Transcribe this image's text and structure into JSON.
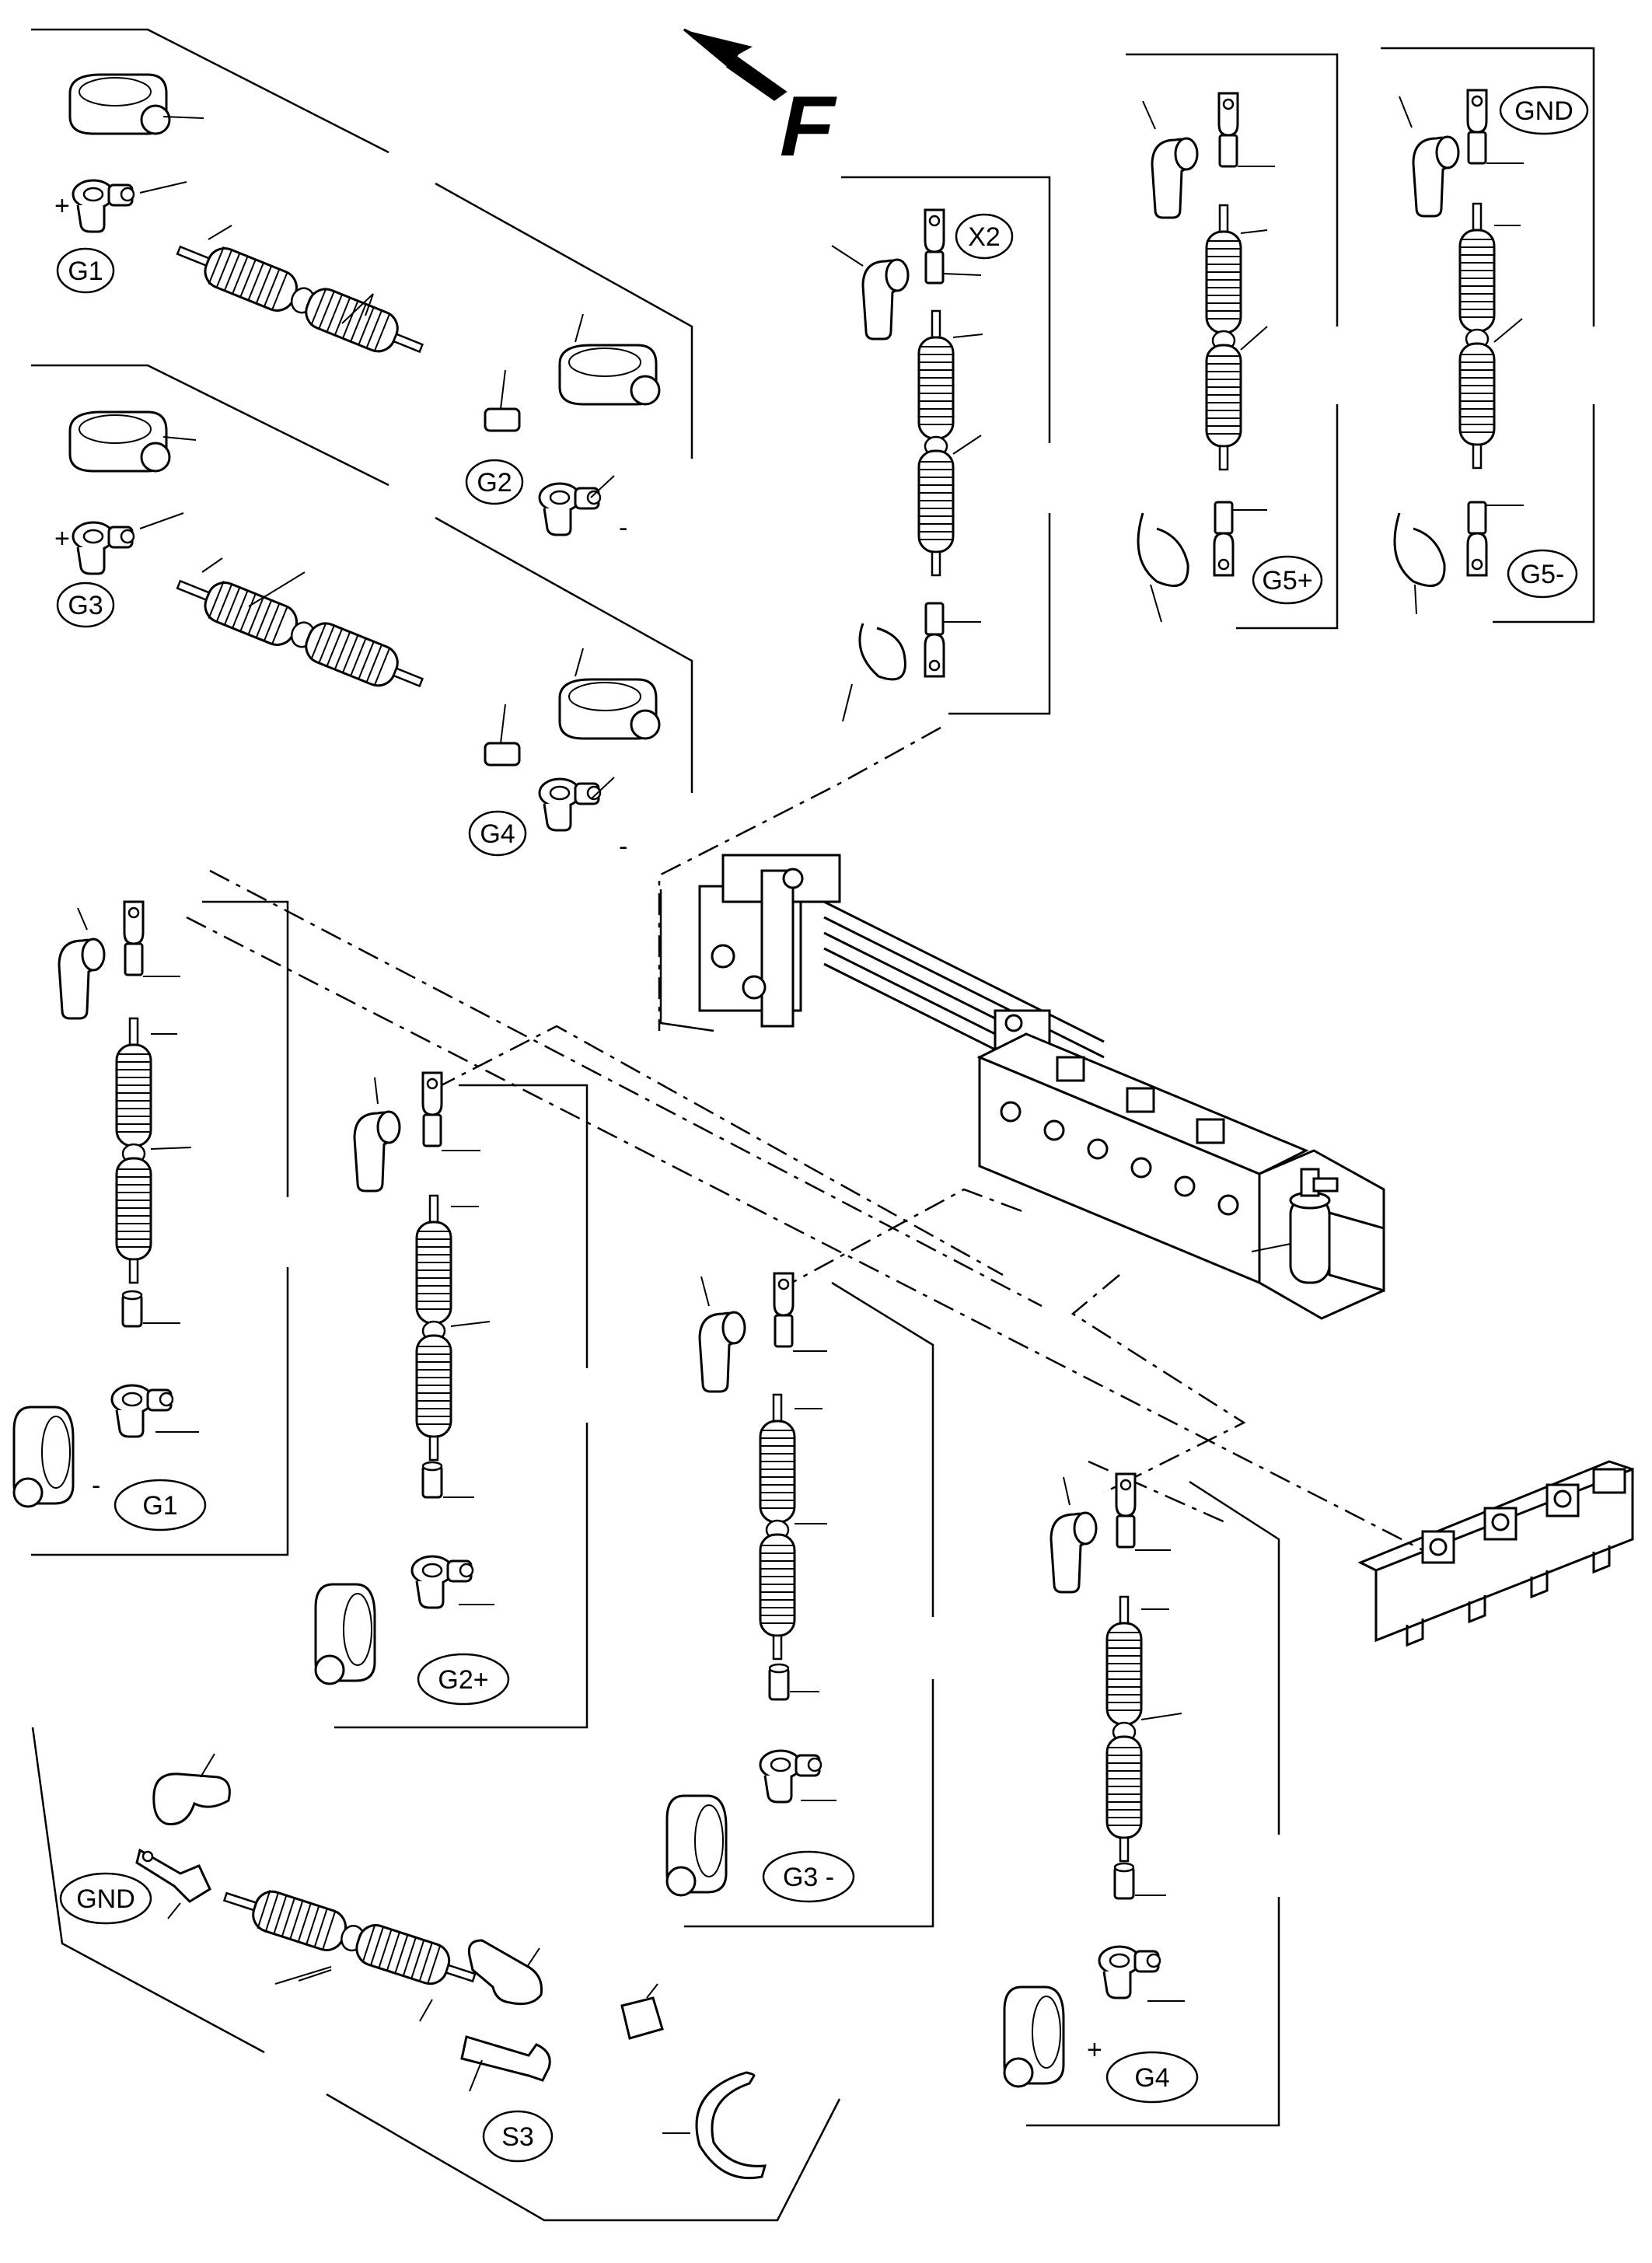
{
  "front_marker": "F",
  "callouts": {
    "g1_top": "G1",
    "g2_top": "G2",
    "g3_top": "G3",
    "g4_top": "G4",
    "x2": "X2",
    "g5p": "G5+",
    "gnd_right": "GND",
    "g5m": "G5-",
    "g1_mid": "G1",
    "g2p": "G2+",
    "g3m": "G3 -",
    "g4_bot": "G4",
    "gnd_bot": "GND",
    "s3": "S3"
  },
  "polarity": {
    "g1_top_plus": "+",
    "g3_top_plus": "+",
    "g2_top_minus": "-",
    "g4_top_minus": "-",
    "g1_mid_minus": "-",
    "g4_bot_plus": "+"
  },
  "icons": [
    "front-direction-arrow-icon",
    "battery-terminal-clamp-icon",
    "insulating-boot-icon",
    "cable-lug-icon",
    "corrugated-sleeve-icon",
    "cable-tie-icon",
    "terminal-block-icon",
    "capacitor-icon",
    "busbar-icon"
  ],
  "colors": {
    "line": "#000000",
    "background": "#ffffff"
  }
}
